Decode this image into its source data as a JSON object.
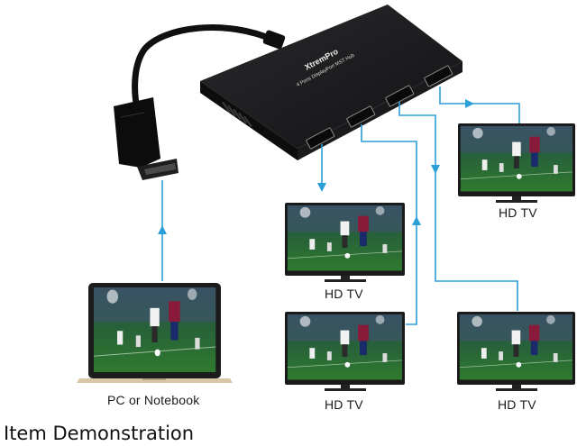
{
  "hub": {
    "brand": "XtremPro",
    "model": "4 Ports DisplayPort MST Hub"
  },
  "devices": {
    "source_label": "PC or Notebook",
    "display_labels": [
      "HD TV",
      "HD TV",
      "HD TV",
      "HD TV"
    ]
  },
  "caption": "Item Demonstration",
  "colors": {
    "connector_line": "#2a9fd8",
    "hub_body": "#1b1b1d",
    "laptop_shell": "#d9c6a6"
  }
}
